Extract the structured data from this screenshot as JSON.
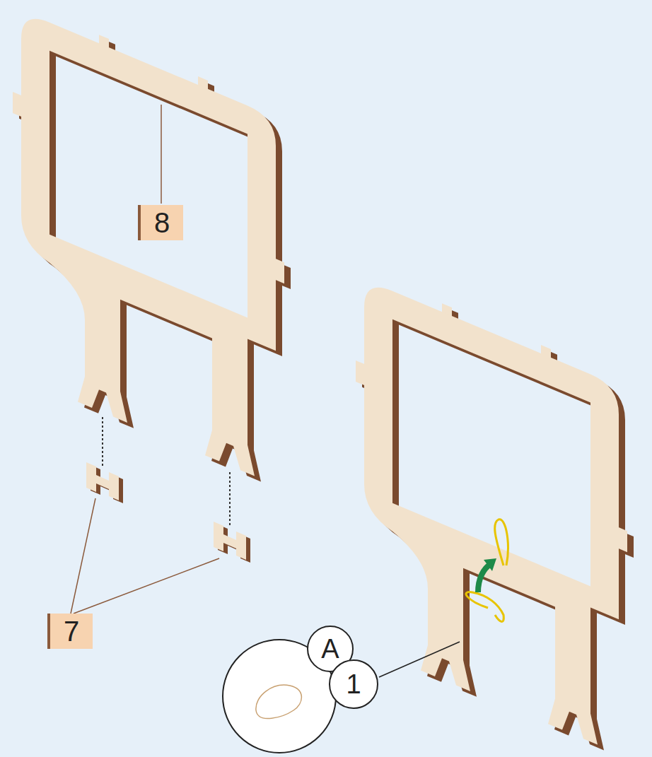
{
  "diagram": {
    "nodes": [
      {
        "text": [
          "8"
        ]
      },
      {
        "text": [
          "7"
        ]
      },
      {
        "text": [
          "A"
        ]
      },
      {
        "text": [
          "1"
        ]
      }
    ]
  }
}
